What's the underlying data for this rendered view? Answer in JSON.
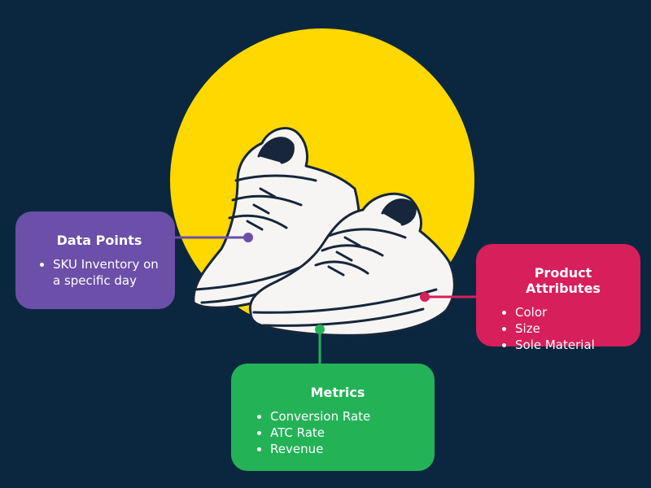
{
  "colors": {
    "background": "#0b2740",
    "sun": "#ffd800",
    "shoe": "#f7f5f3",
    "outline": "#17263a",
    "data_points": "#6b4fa8",
    "product_attributes": "#d61f5b",
    "metrics": "#24b257"
  },
  "data_points": {
    "title": "Data Points",
    "items": [
      "SKU Inventory on a specific day"
    ]
  },
  "product_attributes": {
    "title": "Product Attributes",
    "items": [
      "Color",
      "Size",
      "Sole Material"
    ]
  },
  "metrics": {
    "title": "Metrics",
    "items": [
      "Conversion Rate",
      "ATC Rate",
      "Revenue"
    ]
  }
}
